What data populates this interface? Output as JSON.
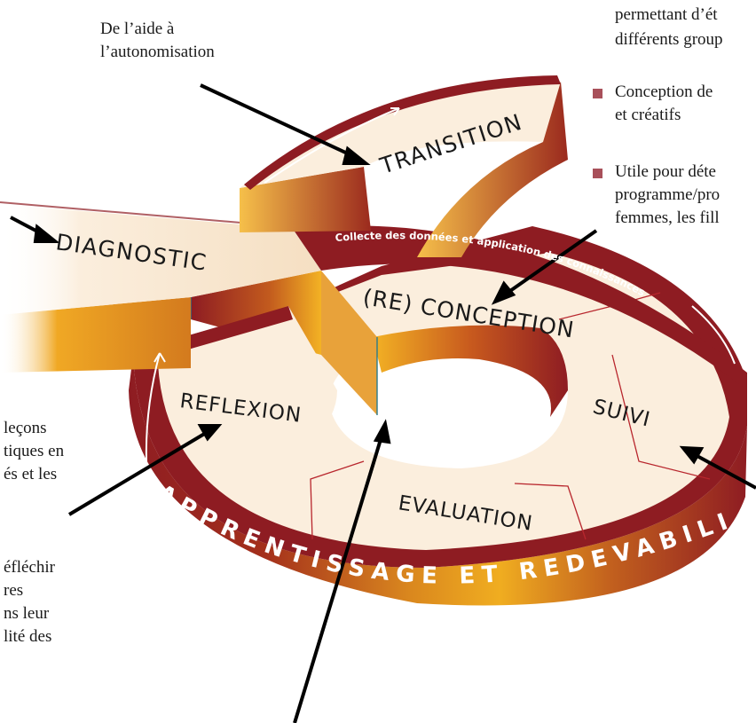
{
  "colors": {
    "maroon": "#8e1c22",
    "maroon_dark": "#5e0f14",
    "gold": "#f2b21c",
    "cream": "#fbeedd",
    "bullet": "#a8505a",
    "arrow": "#000000",
    "line": "#b8262d"
  },
  "annotations": {
    "top_left_line1": "De l’aide à",
    "top_left_line2": "l’autonomisation",
    "top_right_line1": "permettant d’ét",
    "top_right_line2": "différents group",
    "bullet1_line1": "Conception de",
    "bullet1_line2": "et créatifs",
    "bullet2_line1": "Utile pour déte",
    "bullet2_line2": "programme/pro",
    "bullet2_line3": "femmes, les fill",
    "left_mid_line1": "leçons",
    "left_mid_line2": "tiques en",
    "left_mid_line3": "és et les",
    "left_low_line1": "éfléchir",
    "left_low_line2": "res",
    "left_low_line3": "ns leur",
    "left_low_line4": "lité des"
  },
  "stages": {
    "transition": "TRANSITION",
    "diagnostic": "DIAGNOSTIC",
    "reconception": "(RE) CONCEPTION",
    "reflexion": "REFLEXION",
    "suivi": "SUIVI",
    "evaluation": "EVALUATION"
  },
  "ring_label": "Collecte des données et application des connaissances",
  "base_label": "APPRENTISSAGE ET REDEVABILITÉ"
}
